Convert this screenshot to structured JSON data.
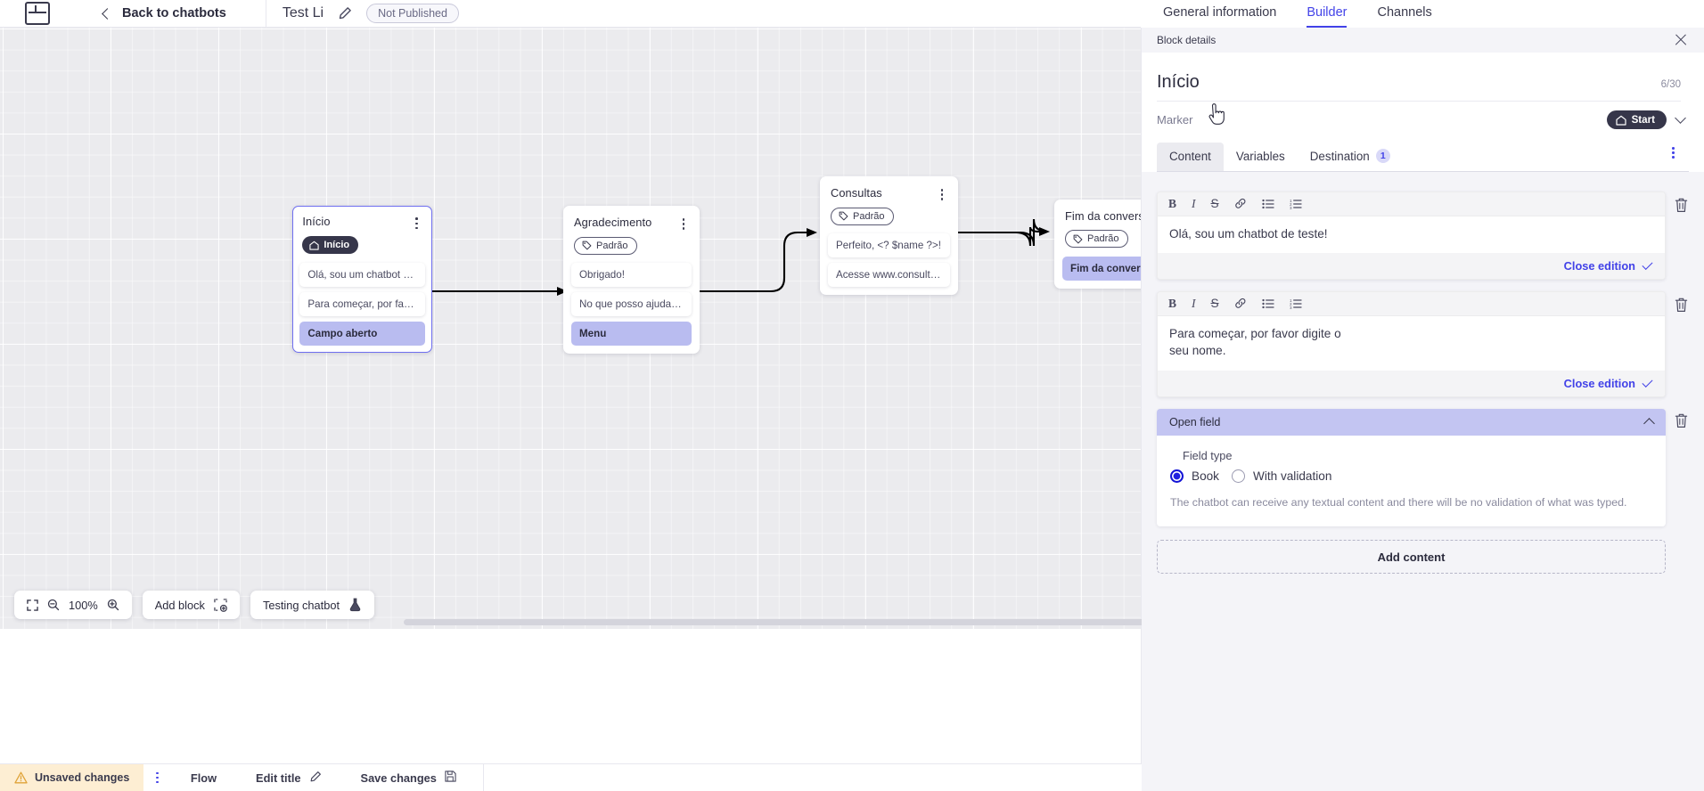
{
  "header": {
    "logo_icon": "chatbot-logo-icon",
    "back_label": "Back to chatbots",
    "bot_name": "Test Li",
    "edit_icon": "pencil-icon",
    "publish_status": "Not Published",
    "tabs": [
      {
        "label": "General information",
        "active": false
      },
      {
        "label": "Builder",
        "active": true
      },
      {
        "label": "Channels",
        "active": false
      }
    ]
  },
  "canvas": {
    "nodes": [
      {
        "title": "Início",
        "tag": "Início",
        "tag_type": "start",
        "tag_icon": "home-icon",
        "selected": true,
        "items": [
          {
            "label": "Olá, sou um chatbot de teste!",
            "highlight": false
          },
          {
            "label": "Para começar, por favor digite o ...",
            "highlight": false
          },
          {
            "label": "Campo aberto",
            "highlight": true
          }
        ]
      },
      {
        "title": "Agradecimento",
        "tag": "Padrão",
        "tag_type": "default",
        "tag_icon": "tag-icon",
        "selected": false,
        "items": [
          {
            "label": "Obrigado!",
            "highlight": false
          },
          {
            "label": "No que posso ajudar, <? $name ...",
            "highlight": false
          },
          {
            "label": "Menu",
            "highlight": true
          }
        ]
      },
      {
        "title": "Consultas",
        "tag": "Padrão",
        "tag_type": "default",
        "tag_icon": "tag-icon",
        "selected": false,
        "items": [
          {
            "label": "Perfeito, <? $name ?>!",
            "highlight": false
          },
          {
            "label": "Acesse www.consultas.com par...",
            "highlight": false
          }
        ]
      },
      {
        "title": "Fim da conversa",
        "tag": "Padrão",
        "tag_type": "default",
        "tag_icon": "tag-icon",
        "selected": false,
        "items": [
          {
            "label": "Fim da conversa",
            "highlight": true
          }
        ]
      }
    ],
    "toolbar": {
      "fit_icon": "fit-to-screen-icon",
      "zoom_out_icon": "zoom-out-icon",
      "zoom_level": "100%",
      "zoom_in_icon": "zoom-in-icon",
      "add_block_label": "Add block",
      "add_block_icon": "add-block-icon",
      "testing_label": "Testing chatbot",
      "testing_icon": "flask-icon"
    }
  },
  "statusbar": {
    "unsaved_label": "Unsaved changes",
    "warning_icon": "warning-triangle-icon",
    "kebab_icon": "kebab-menu-icon",
    "flow_label": "Flow",
    "edit_title_label": "Edit title",
    "edit_title_icon": "pencil-icon",
    "save_label": "Save changes",
    "save_icon": "floppy-disk-icon"
  },
  "panel": {
    "bar_title": "Block details",
    "close_icon": "close-icon",
    "block_title": "Início",
    "counter": "6/30",
    "marker_label": "Marker",
    "marker_value": "Start",
    "marker_icon": "home-icon",
    "marker_chevron_icon": "chevron-down-icon",
    "tabs": [
      {
        "label": "Content",
        "active": true,
        "badge": ""
      },
      {
        "label": "Variables",
        "active": false,
        "badge": ""
      },
      {
        "label": "Destination",
        "active": false,
        "badge": "1"
      }
    ],
    "tabs_kebab_icon": "kebab-menu-icon",
    "editor_toolbar": {
      "bold": "B",
      "italic": "I",
      "strike": "S",
      "link_icon": "link-icon",
      "bullet_list_icon": "bullet-list-icon",
      "numbered_list_icon": "numbered-list-icon"
    },
    "editors": [
      {
        "text": "Olá, sou um chatbot de teste!",
        "close_label": "Close edition",
        "delete_icon": "trash-icon"
      },
      {
        "text": "Para começar, por favor digite o seu nome.",
        "close_label": "Close edition",
        "delete_icon": "trash-icon"
      }
    ],
    "open_field": {
      "title": "Open field",
      "collapse_icon": "chevron-up-icon",
      "delete_icon": "trash-icon",
      "field_type_label": "Field type",
      "options": [
        {
          "label": "Book",
          "selected": true
        },
        {
          "label": "With validation",
          "selected": false
        }
      ],
      "description": "The chatbot can receive any textual content and there will be no validation of what was typed."
    },
    "add_content_label": "Add content"
  },
  "colors": {
    "accent": "#4242e8",
    "highlight": "#b9bcf0",
    "accordion_header": "#c3c5f2",
    "unsaved_bg": "#fdeed3",
    "dark_pill": "#36364a",
    "canvas_bg": "#ebebee"
  }
}
